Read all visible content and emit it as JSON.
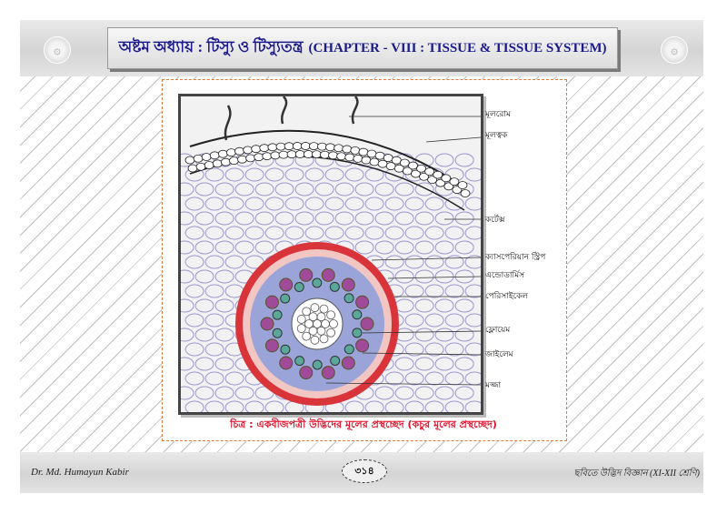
{
  "header": {
    "title_bn": "অষ্টম অধ্যায় : টিস্যু ও টিস্যুতন্ত্র",
    "title_en": "(CHAPTER - VIII : TISSUE & TISSUE SYSTEM)",
    "ornament_left": "۞",
    "ornament_right": "۞"
  },
  "figure": {
    "labels": [
      "মূলরোম",
      "মূলত্বক",
      "কর্টেক্স",
      "ক্যাসপেরিয়ান স্ট্রিপ",
      "এন্ডোডার্মিস",
      "পেরিসাইকেল",
      "ফ্লোয়েম",
      "জাইলেম",
      "মজ্জা"
    ],
    "caption": "চিত্র : একবীজপত্রী উদ্ভিদের মূলের প্রস্থচ্ছেদ (কচুর মূলের প্রস্থচ্ছেদ)"
  },
  "footer": {
    "author": "Dr. Md. Humayun Kabir",
    "page_number": "৩১৪",
    "book_title": "ছবিতে উদ্ভিদ বিজ্ঞান (XI-XII শ্রেণি)"
  },
  "colors": {
    "title_blue": "#1a1a8c",
    "caption_red": "#e0102a",
    "frame_orange": "#e07a3a",
    "cortex_lavender": "#9b95d6",
    "endodermis_red": "#d8343a"
  }
}
